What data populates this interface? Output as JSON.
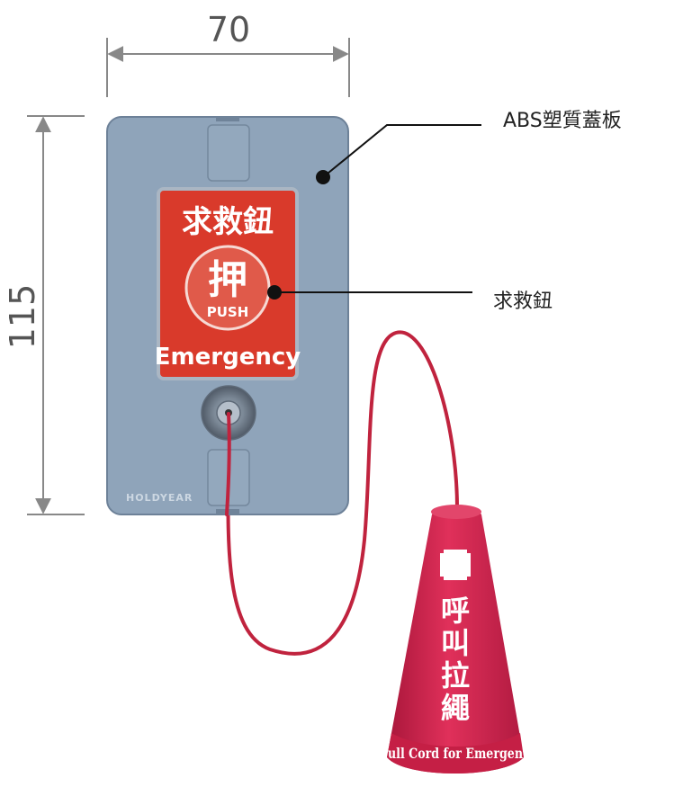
{
  "dimensions": {
    "width_label": "70",
    "height_label": "115"
  },
  "callouts": {
    "cover_plate": "ABS塑質蓋板",
    "button": "求救鈕"
  },
  "button_face": {
    "title": "求救鈕",
    "push_char": "押",
    "push_en": "PUSH",
    "emergency": "Emergency"
  },
  "plate": {
    "brand": "HOLDYEAR"
  },
  "pull_cone": {
    "vertical_text": [
      "呼",
      "叫",
      "拉",
      "繩"
    ],
    "band_text": "ull Cord for Emergen"
  },
  "colors": {
    "plate": "#8fa4ba",
    "button_red": "#d93a2b",
    "cord_red": "#c0233e",
    "cone_red": "#d3254d",
    "dimension_gray": "#888888"
  }
}
